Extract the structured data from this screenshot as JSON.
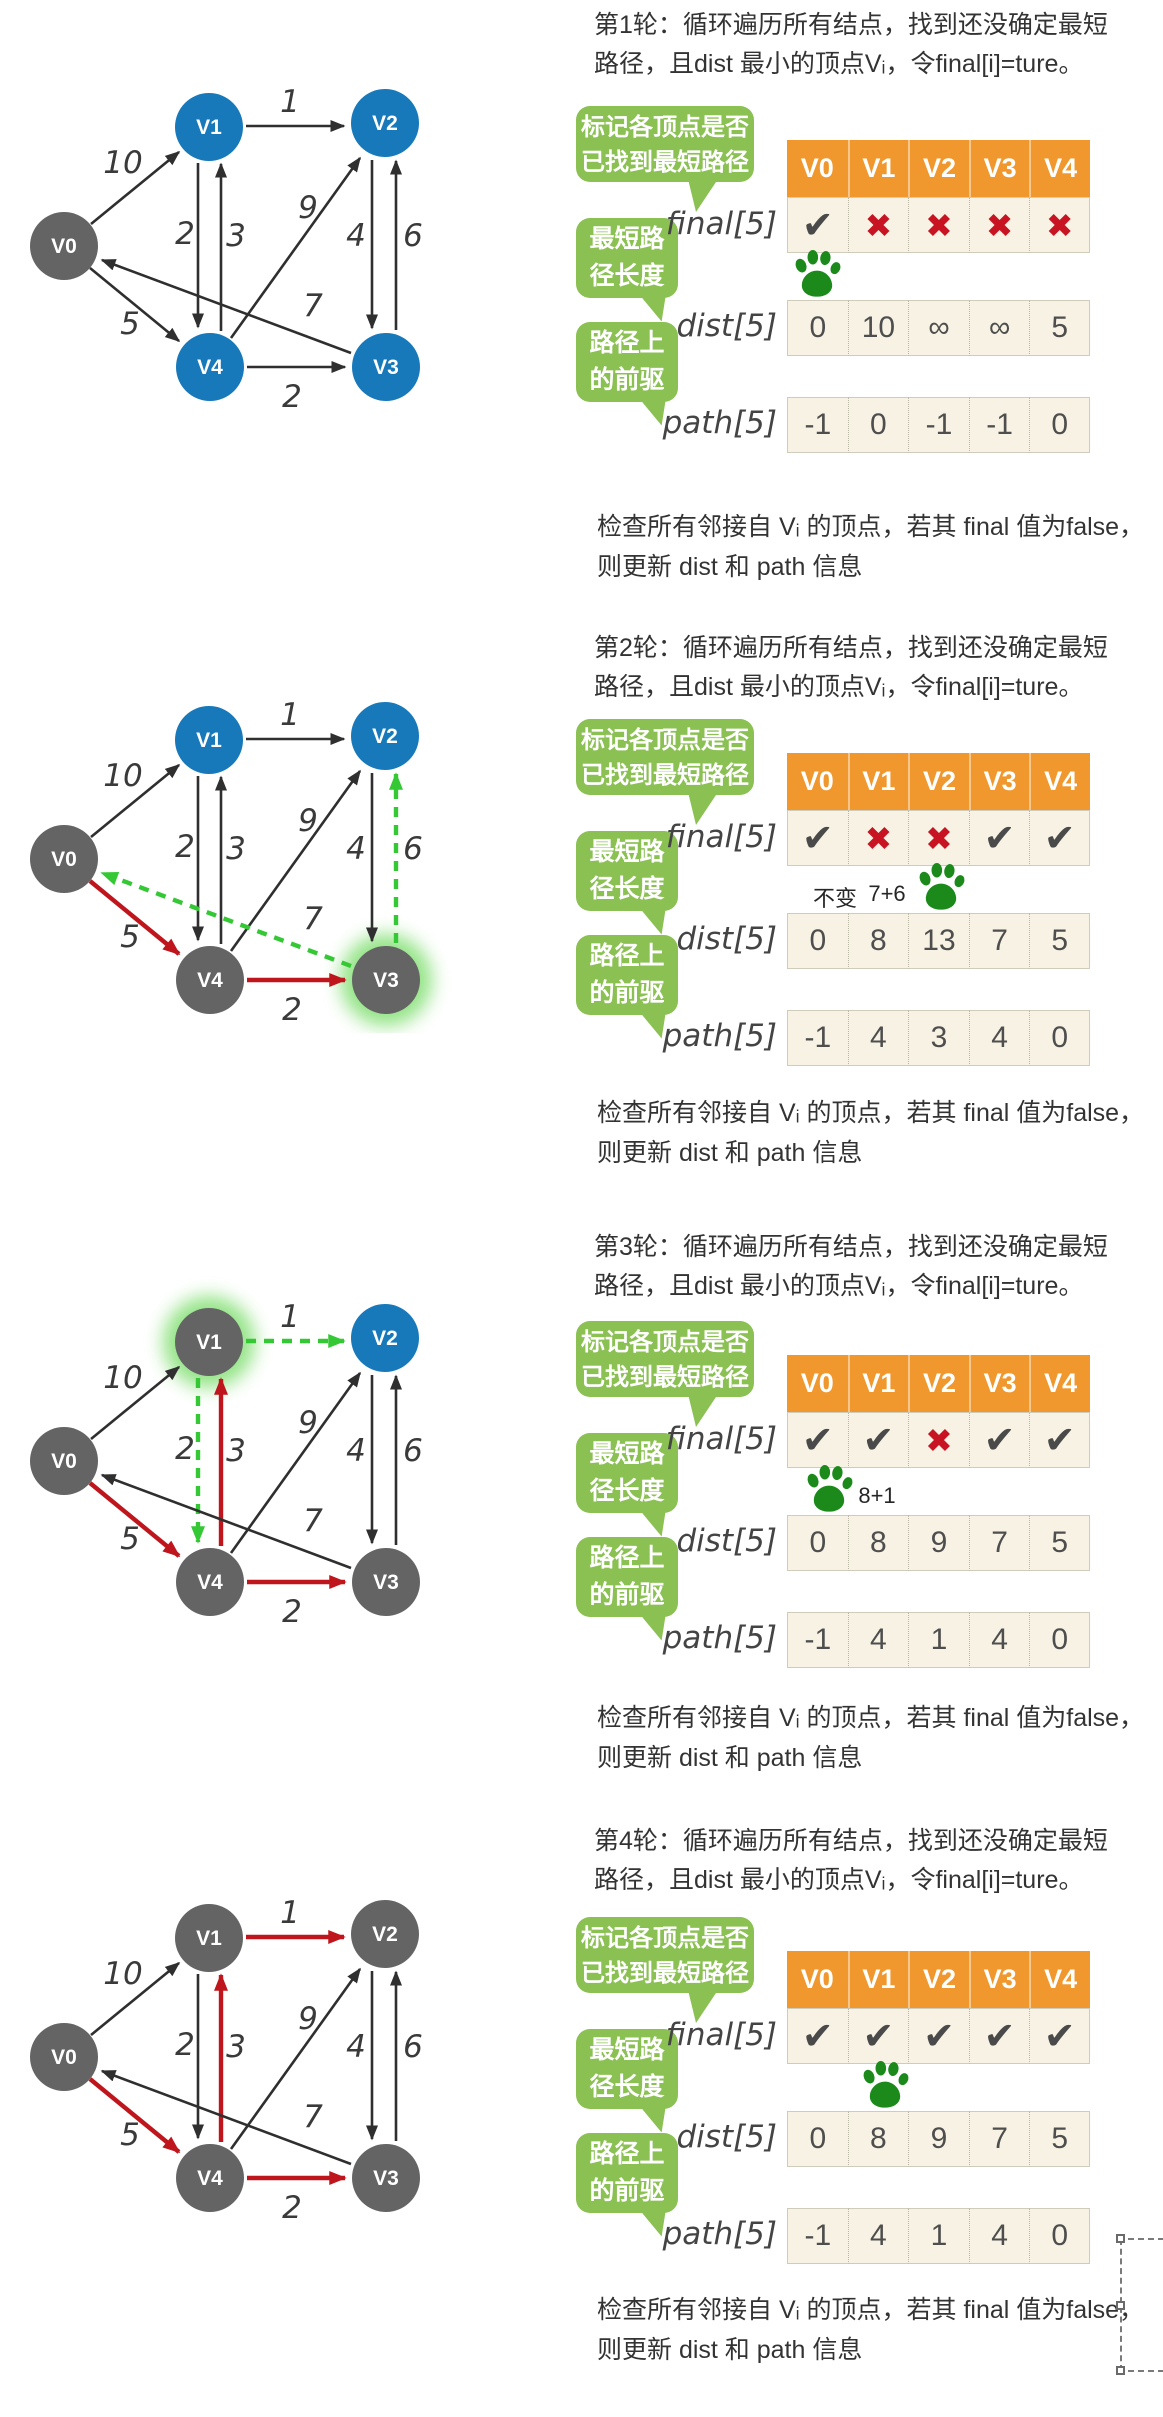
{
  "table": {
    "headers": [
      "V0",
      "V1",
      "V2",
      "V3",
      "V4"
    ],
    "row_labels": [
      "final[5]",
      "dist[5]",
      "path[5]"
    ],
    "header_color": "#F0982D",
    "cell_color": "#F7F2E3"
  },
  "bubbles": [
    {
      "lines": [
        "标记各顶点是否",
        "已找到最短路径"
      ]
    },
    {
      "lines": [
        "最短路",
        "径长度"
      ]
    },
    {
      "lines": [
        "路径上",
        "的前驱"
      ]
    }
  ],
  "graph": {
    "nodes": [
      "V0",
      "V1",
      "V2",
      "V3",
      "V4"
    ],
    "edges": [
      {
        "from": "V0",
        "to": "V1",
        "weight": "10"
      },
      {
        "from": "V1",
        "to": "V2",
        "weight": "1"
      },
      {
        "from": "V1",
        "to": "V4",
        "weight": "2"
      },
      {
        "from": "V4",
        "to": "V1",
        "weight": "3"
      },
      {
        "from": "V4",
        "to": "V2",
        "weight": "9"
      },
      {
        "from": "V2",
        "to": "V3",
        "weight": "4"
      },
      {
        "from": "V3",
        "to": "V2",
        "weight": "6"
      },
      {
        "from": "V3",
        "to": "V0",
        "weight": "7"
      },
      {
        "from": "V0",
        "to": "V4",
        "weight": "5"
      },
      {
        "from": "V4",
        "to": "V3",
        "weight": "2"
      }
    ],
    "colors": {
      "blue_node": "#1778BA",
      "gray_node": "#646464",
      "black_edge": "#2F2F2F",
      "red_edge": "#BE161C",
      "green_edge": "#35C835",
      "glow": "#8DE27F"
    }
  },
  "rounds": [
    {
      "title": [
        "第1轮：循环遍历所有结点，找到还没确定最短",
        "路径，且dist 最小的顶点Vᵢ，令final[i]=ture。"
      ],
      "final": [
        "✔",
        "✖",
        "✖",
        "✖",
        "✖"
      ],
      "dist": [
        "0",
        "10",
        "∞",
        "∞",
        "5"
      ],
      "path": [
        "-1",
        "0",
        "-1",
        "-1",
        "0"
      ],
      "paw_column": "V0",
      "annotations": [],
      "bottom": [
        "检查所有邻接自 Vᵢ 的顶点，若其 final 值为false，",
        "则更新 dist 和 path 信息"
      ],
      "blue_nodes": [
        "V1",
        "V2",
        "V3",
        "V4"
      ],
      "gray_nodes": [
        "V0"
      ],
      "glow_node": "",
      "red_edges": [],
      "green_dashed_edges": []
    },
    {
      "title": [
        "第2轮：循环遍历所有结点，找到还没确定最短",
        "路径，且dist 最小的顶点Vᵢ，令final[i]=ture。"
      ],
      "final": [
        "✔",
        "✖",
        "✖",
        "✔",
        "✔"
      ],
      "dist": [
        "0",
        "8",
        "13",
        "7",
        "5"
      ],
      "path": [
        "-1",
        "4",
        "3",
        "4",
        "0"
      ],
      "paw_column": "V3",
      "annotations": [
        {
          "col": "V1",
          "text": "不变"
        },
        {
          "col": "V2",
          "text": "7+6"
        }
      ],
      "bottom": [
        "检查所有邻接自 Vᵢ 的顶点，若其 final 值为false，",
        "则更新 dist 和 path 信息"
      ],
      "blue_nodes": [
        "V1",
        "V2"
      ],
      "gray_nodes": [
        "V0",
        "V3",
        "V4"
      ],
      "glow_node": "V3",
      "red_edges": [
        8,
        9
      ],
      "green_dashed_edges": [
        6,
        7
      ]
    },
    {
      "title": [
        "第3轮：循环遍历所有结点，找到还没确定最短",
        "路径，且dist 最小的顶点Vᵢ，令final[i]=ture。"
      ],
      "final": [
        "✔",
        "✔",
        "✖",
        "✔",
        "✔"
      ],
      "dist": [
        "0",
        "8",
        "9",
        "7",
        "5"
      ],
      "path": [
        "-1",
        "4",
        "1",
        "4",
        "0"
      ],
      "paw_column": "V1",
      "annotations": [
        {
          "col": "V2",
          "text": "8+1"
        }
      ],
      "bottom": [
        "检查所有邻接自 Vᵢ 的顶点，若其 final 值为false，",
        "则更新 dist 和 path 信息"
      ],
      "blue_nodes": [
        "V2"
      ],
      "gray_nodes": [
        "V0",
        "V1",
        "V3",
        "V4"
      ],
      "glow_node": "V1",
      "red_edges": [
        3,
        8,
        9
      ],
      "green_dashed_edges": [
        1,
        2
      ]
    },
    {
      "title": [
        "第4轮：循环遍历所有结点，找到还没确定最短",
        "路径，且dist 最小的顶点Vᵢ，令final[i]=ture。"
      ],
      "final": [
        "✔",
        "✔",
        "✔",
        "✔",
        "✔"
      ],
      "dist": [
        "0",
        "8",
        "9",
        "7",
        "5"
      ],
      "path": [
        "-1",
        "4",
        "1",
        "4",
        "0"
      ],
      "paw_column": "V2",
      "annotations": [],
      "bottom": [
        "检查所有邻接自 Vᵢ 的顶点，若其 final 值为false，",
        "则更新 dist 和 path 信息"
      ],
      "blue_nodes": [],
      "gray_nodes": [
        "V0",
        "V1",
        "V2",
        "V3",
        "V4"
      ],
      "glow_node": "",
      "red_edges": [
        1,
        3,
        8,
        9
      ],
      "green_dashed_edges": []
    }
  ]
}
